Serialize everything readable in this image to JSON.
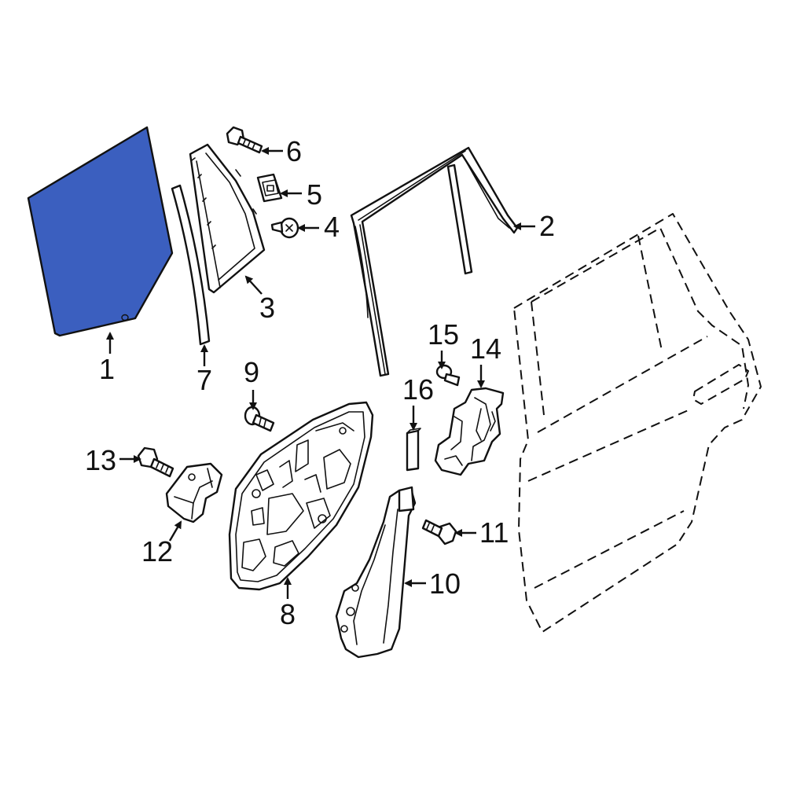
{
  "diagram": {
    "highlight_color": "#3b5fbf",
    "highlighted_part": "1",
    "callouts": [
      {
        "id": "c1",
        "label": "1"
      },
      {
        "id": "c2",
        "label": "2"
      },
      {
        "id": "c3",
        "label": "3"
      },
      {
        "id": "c4",
        "label": "4"
      },
      {
        "id": "c5",
        "label": "5"
      },
      {
        "id": "c6",
        "label": "6"
      },
      {
        "id": "c7",
        "label": "7"
      },
      {
        "id": "c8",
        "label": "8"
      },
      {
        "id": "c9",
        "label": "9"
      },
      {
        "id": "c10",
        "label": "10"
      },
      {
        "id": "c11",
        "label": "11"
      },
      {
        "id": "c12",
        "label": "12"
      },
      {
        "id": "c13",
        "label": "13"
      },
      {
        "id": "c14",
        "label": "14"
      },
      {
        "id": "c15",
        "label": "15"
      },
      {
        "id": "c16",
        "label": "16"
      }
    ]
  }
}
